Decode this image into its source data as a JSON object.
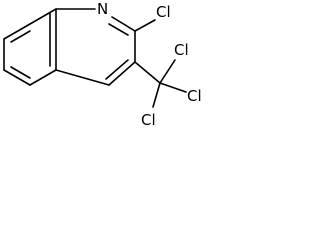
{
  "molecule": {
    "atoms": {
      "nitrogen": "N",
      "chlorine_ring": "Cl",
      "chlorine_top": "Cl",
      "chlorine_right": "Cl",
      "chlorine_bottom": "Cl"
    },
    "colors": {
      "bond": "#000000",
      "label": "#000000",
      "background": "#ffffff"
    }
  }
}
